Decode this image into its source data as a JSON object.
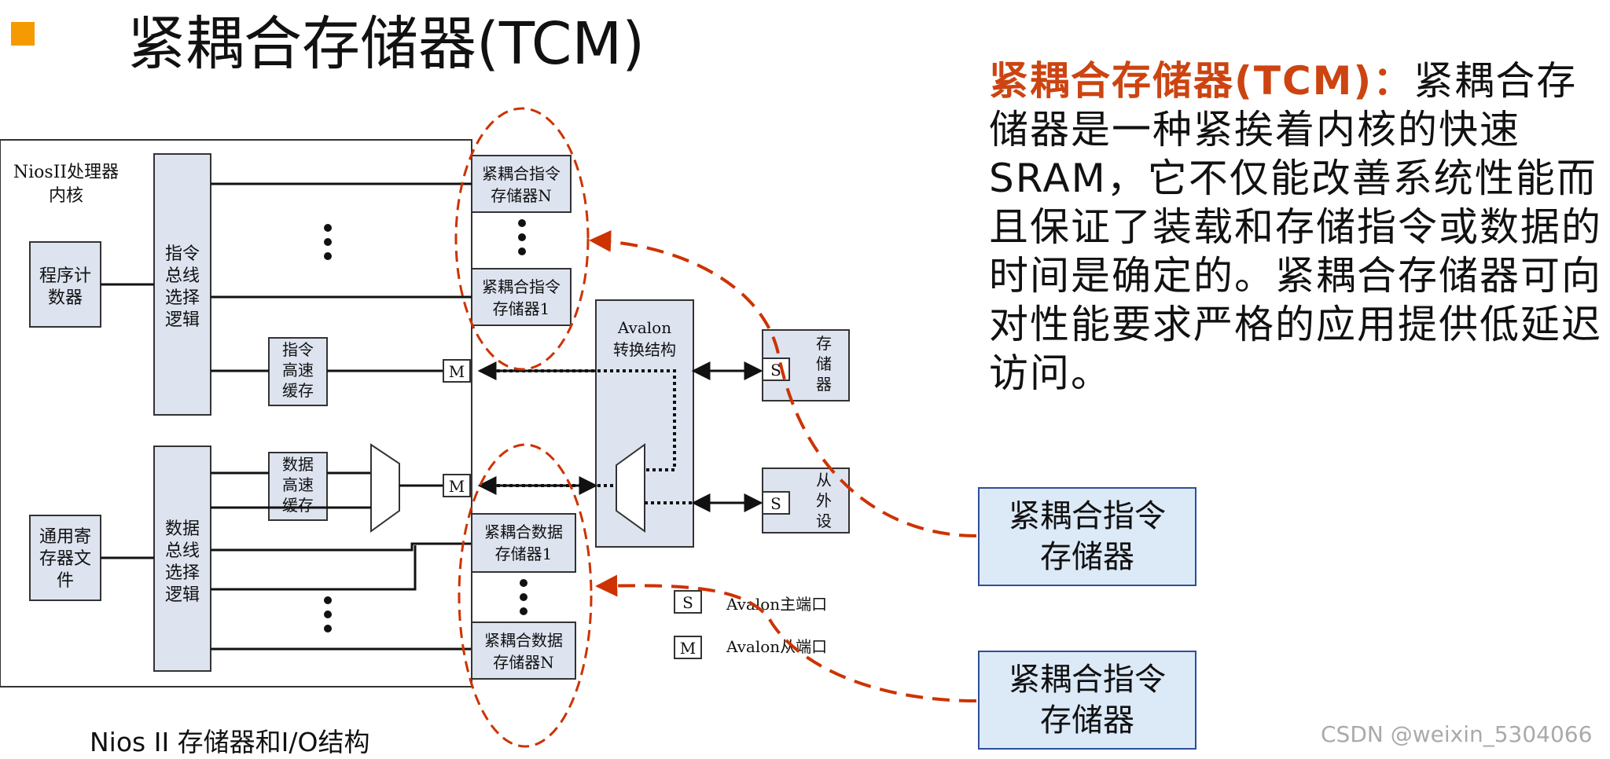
{
  "slide": {
    "title": "紧耦合存储器(TCM)",
    "caption": "Nios II 存储器和I/O结构",
    "watermark": "CSDN @weixin_5304066"
  },
  "description": {
    "highlight": "紧耦合存储器(TCM)：",
    "body": "紧耦合存储器是一种紧挨着内核的快速SRAM，它不仅能改善系统性能而且保证了装载和存储指令或数据的时间是确定的。紧耦合存储器可向对性能要求严格的应用提供低延迟访问。"
  },
  "callouts": {
    "top": [
      "紧耦合指令",
      "存储器"
    ],
    "bottom": [
      "紧耦合指令",
      "存储器"
    ]
  },
  "diagram": {
    "core_label": [
      "NiosII处理器",
      "内核"
    ],
    "program_counter": [
      "程序计",
      "数器"
    ],
    "instr_bus_logic": [
      "指令",
      "总线",
      "选择",
      "逻辑"
    ],
    "instr_cache": [
      "指令",
      "高速",
      "缓存"
    ],
    "gp_register_file": [
      "通用寄",
      "存器文",
      "件"
    ],
    "data_bus_logic": [
      "数据",
      "总线",
      "选择",
      "逻辑"
    ],
    "data_cache": [
      "数据",
      "高速",
      "缓存"
    ],
    "tcm_instr_n": [
      "紧耦合指令",
      "存储器N"
    ],
    "tcm_instr_1": [
      "紧耦合指令",
      "存储器1"
    ],
    "tcm_data_1": [
      "紧耦合数据",
      "存储器1"
    ],
    "tcm_data_n": [
      "紧耦合数据",
      "存储器N"
    ],
    "master_port": "M",
    "slave_port": "S",
    "avalon_fabric": [
      "Avalon",
      "转换结构"
    ],
    "memory": [
      "存",
      "储",
      "器"
    ],
    "slave_peripheral": [
      "从",
      "外",
      "设"
    ],
    "legend": [
      {
        "symbol": "S",
        "text": "Avalon主端口"
      },
      {
        "symbol": "M",
        "text": "Avalon从端口"
      }
    ]
  },
  "colors": {
    "bullet": "#f59a00",
    "highlight": "#cc4411",
    "dashed": "#cc3300",
    "box_fill": "#dde3ef",
    "callout_fill": "#dce9f7",
    "callout_border": "#2f4e9a"
  }
}
